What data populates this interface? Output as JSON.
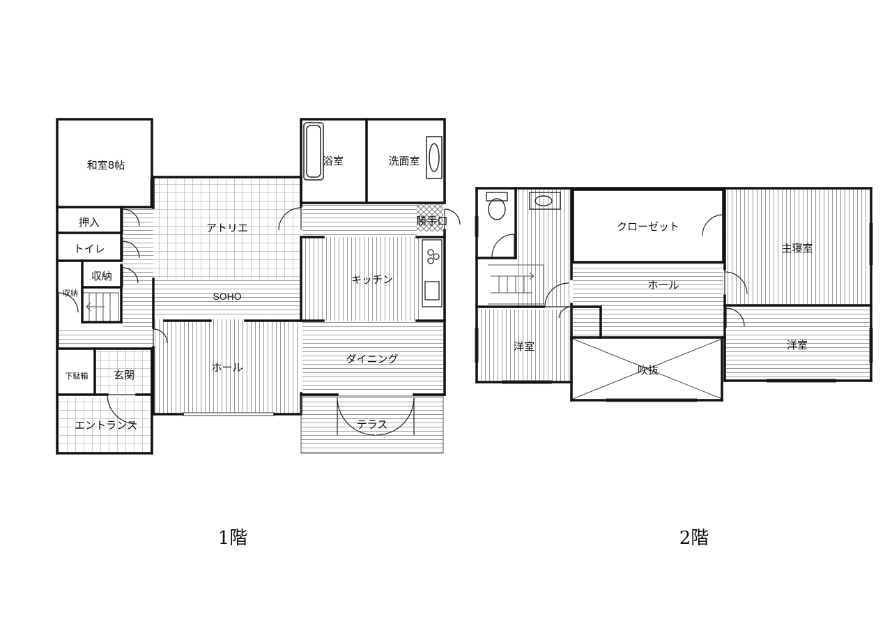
{
  "floors": [
    {
      "label": "1階",
      "rooms": {
        "washitsu": "和室8帖",
        "oshiire": "押入",
        "toilet": "トイレ",
        "shuno_a": "収納",
        "shuno_b": "収納",
        "getabako": "下駄箱",
        "genkan": "玄関",
        "entrance": "エントランス",
        "atelier": "アトリエ",
        "soho": "SOHO",
        "hall": "ホール",
        "yokushitsu": "浴室",
        "senmenshitsu": "洗面室",
        "katteguchi": "勝手口",
        "kitchen": "キッチン",
        "dining": "ダイニング",
        "terrace": "テラス"
      }
    },
    {
      "label": "2階",
      "rooms": {
        "closet": "クローゼット",
        "master_bedroom": "主寝室",
        "hall": "ホール",
        "yoshitsu_west": "洋室",
        "yoshitsu_east": "洋室",
        "fukinuke": "吹抜"
      }
    }
  ]
}
